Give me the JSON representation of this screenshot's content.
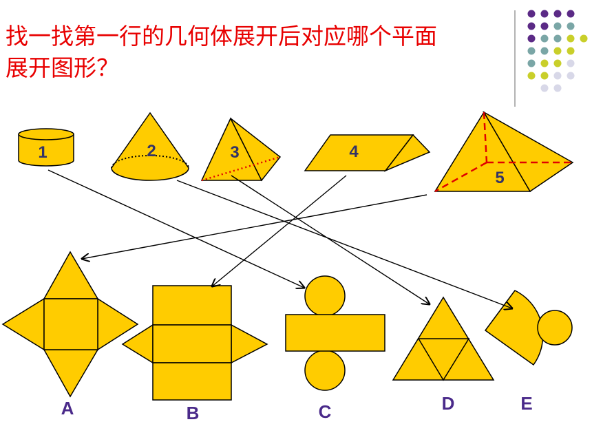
{
  "title": {
    "line1": "找一找第一行的几何体展开后对应哪个平面",
    "line2": "展开图形？"
  },
  "colors": {
    "fill": "#ffcc00",
    "title": "#e80000",
    "dashed_edge": "#e00000",
    "solid_label": "#333366",
    "net_label": "#4a2a8a"
  },
  "solids": [
    {
      "name": "cylinder",
      "label": "1"
    },
    {
      "name": "cone",
      "label": "2"
    },
    {
      "name": "triangular-pyramid",
      "label": "3"
    },
    {
      "name": "triangular-prism",
      "label": "4"
    },
    {
      "name": "square-pyramid",
      "label": "5"
    }
  ],
  "nets": [
    {
      "name": "square-pyramid-net",
      "label": "A"
    },
    {
      "name": "triangular-prism-net",
      "label": "B"
    },
    {
      "name": "cylinder-net",
      "label": "C"
    },
    {
      "name": "triangular-pyramid-net",
      "label": "D"
    },
    {
      "name": "cone-net",
      "label": "E"
    }
  ],
  "matches": [
    {
      "solid": "1",
      "net": "C"
    },
    {
      "solid": "2",
      "net": "E"
    },
    {
      "solid": "3",
      "net": "D"
    },
    {
      "solid": "4",
      "net": "B"
    },
    {
      "solid": "5",
      "net": "A"
    }
  ]
}
